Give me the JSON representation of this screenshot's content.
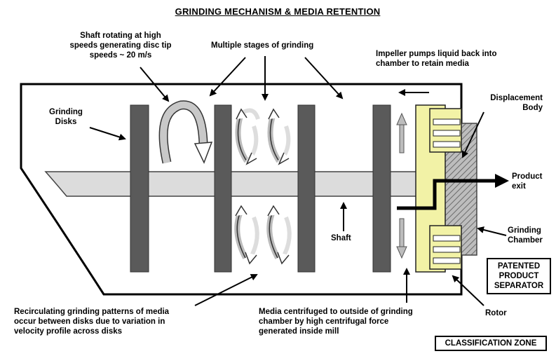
{
  "title": "GRINDING MECHANISM & MEDIA RETENTION",
  "labels": {
    "shaft_rotating": [
      "Shaft rotating at high",
      "speeds generating disc tip",
      "speeds ~ 20 m/s"
    ],
    "multiple_stages": "Multiple stages of grinding",
    "impeller": [
      "Impeller pumps liquid back into",
      "chamber to retain media"
    ],
    "grinding_disks": [
      "Grinding",
      "Disks"
    ],
    "displacement_body": [
      "Displacement",
      "Body"
    ],
    "product_exit": [
      "Product",
      "exit"
    ],
    "shaft": "Shaft",
    "grinding_chamber": [
      "Grinding",
      "Chamber"
    ],
    "patented_separator": [
      "PATENTED",
      "PRODUCT",
      "SEPARATOR"
    ],
    "recirculating": [
      "Recirculating grinding patterns of media",
      "occur between disks due to variation in",
      "velocity profile across disks"
    ],
    "media_centrifuged": [
      "Media centrifuged to outside of grinding",
      "chamber by high centrifugal force",
      "generated inside mill"
    ],
    "rotor": "Rotor",
    "classification_zone": "CLASSIFICATION ZONE"
  },
  "colors": {
    "disk": "#5a5a5a",
    "shaft": "#dcdcdc",
    "rotor": "#f2f2a6",
    "arrow_fill": "#c8c8c8",
    "hatch": "#888888"
  },
  "icons": [
    "curved-rotation-arrow-icon",
    "recirculation-arrow-icon",
    "pointer-arrow-icon"
  ]
}
